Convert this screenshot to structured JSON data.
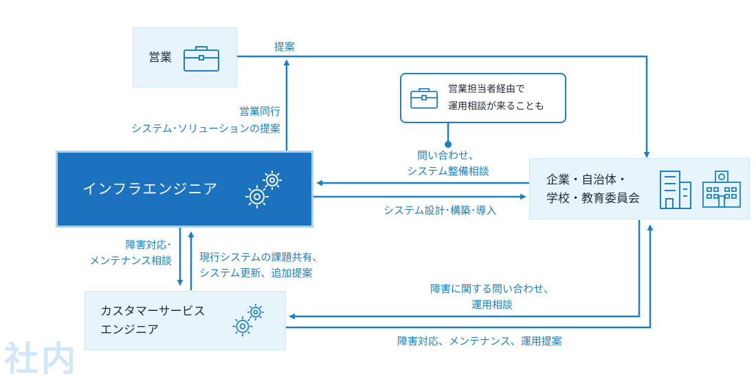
{
  "nodes": {
    "sales": {
      "label": "営業"
    },
    "infra": {
      "label": "インフラエンジニア"
    },
    "client": {
      "line1": "企業・自治体・",
      "line2": "学校・教育委員会"
    },
    "cse": {
      "line1": "カスタマーサービス",
      "line2": "エンジニア"
    },
    "note": {
      "line1": "営業担当者経由で",
      "line2": "運用相談が来ることも"
    }
  },
  "edges": {
    "sales_to_client": "提案",
    "infra_to_sales": {
      "line1": "営業同行",
      "line2": "システム･ソリューションの提案"
    },
    "client_to_infra": {
      "line1": "問い合わせ、",
      "line2": "システム整備相談"
    },
    "infra_to_client": "システム設計･構築･導入",
    "infra_to_cse": {
      "line1": "障害対応･",
      "line2": "メンテナンス相談"
    },
    "cse_to_infra": {
      "line1": "現行システムの課題共有、",
      "line2": "システム更新、追加提案"
    },
    "client_to_cse": {
      "line1": "障害に関する問い合わせ、",
      "line2": "運用相談"
    },
    "cse_to_client": "障害対応、メンテナンス、運用提案"
  },
  "watermark": "社内",
  "icons": {
    "sales": "briefcase-icon",
    "note": "briefcase-icon",
    "infra": "gears-icon",
    "cse": "gears-icon",
    "client_left": "office-building-icon",
    "client_right": "school-building-icon"
  },
  "colors": {
    "accent": "#1a7fc7",
    "dark_box": "#1b73c0",
    "light_box": "#e8f4fc"
  }
}
